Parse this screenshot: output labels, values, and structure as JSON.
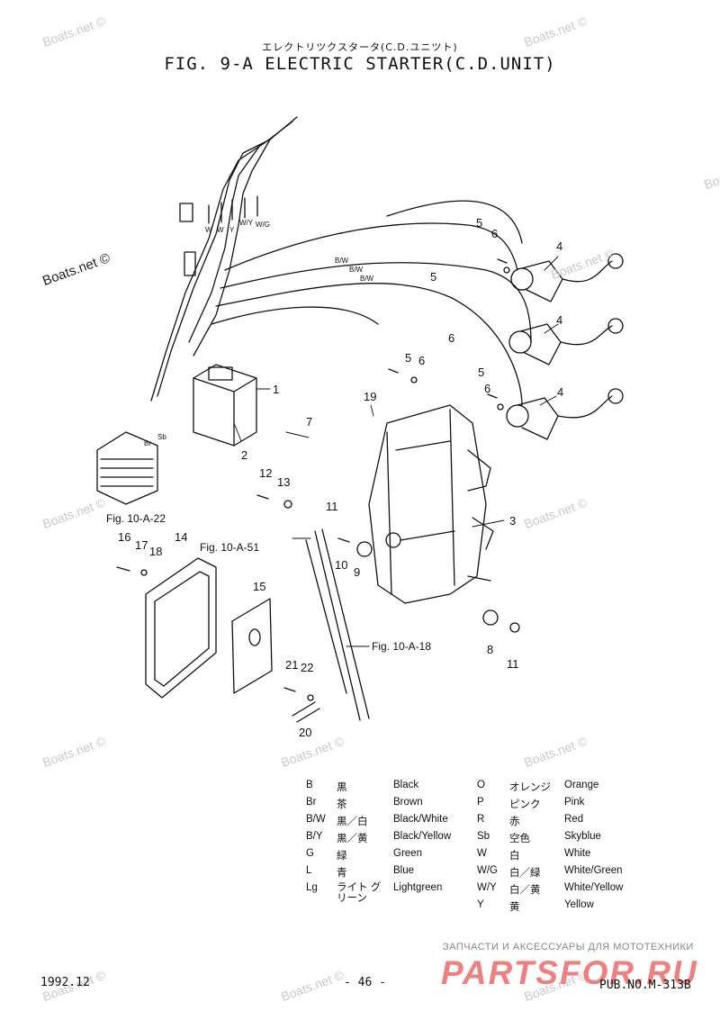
{
  "header": {
    "subtitle": "エレクトリツクスタータ(C.D.ユニツト)",
    "title": "FIG.  9-A ELECTRIC STARTER(C.D.UNIT)"
  },
  "watermark": "Boats.net ©",
  "wire_labels": {
    "w1": "W",
    "w2": "W",
    "y": "Y",
    "wy": "W/Y",
    "wg": "W/G",
    "bw1": "B/W",
    "bw2": "B/W",
    "bw_mid": "B/W",
    "br": "Br",
    "sb": "Sb"
  },
  "callouts": {
    "n1": "1",
    "n2": "2",
    "n3": "3",
    "n4a": "4",
    "n4b": "4",
    "n4c": "4",
    "n5a": "5",
    "n5b": "5",
    "n5c": "5",
    "n5d": "5",
    "n6a": "6",
    "n6b": "6",
    "n6c": "6",
    "n6d": "6",
    "n7": "7",
    "n8": "8",
    "n9": "9",
    "n10": "10",
    "n11a": "11",
    "n11b": "11",
    "n12": "12",
    "n13": "13",
    "n14": "14",
    "n15": "15",
    "n16": "16",
    "n17": "17",
    "n18": "18",
    "n19": "19",
    "n20": "20",
    "n21": "21",
    "n22": "22"
  },
  "references": {
    "ref_22": "Fig. 10-A-22",
    "ref_51": "Fig. 10-A-51",
    "ref_18": "Fig. 10-A-18"
  },
  "legend": [
    {
      "code": "B",
      "jp": "黒",
      "en": "Black"
    },
    {
      "code": "Br",
      "jp": "茶",
      "en": "Brown"
    },
    {
      "code": "B/W",
      "jp": "黒／白",
      "en": "Black/White"
    },
    {
      "code": "B/Y",
      "jp": "黒／黄",
      "en": "Black/Yellow"
    },
    {
      "code": "G",
      "jp": "緑",
      "en": "Green"
    },
    {
      "code": "L",
      "jp": "青",
      "en": "Blue"
    },
    {
      "code": "Lg",
      "jp": "ライト グリーン",
      "en": "Lightgreen"
    },
    {
      "code": "O",
      "jp": "オレンジ",
      "en": "Orange"
    },
    {
      "code": "P",
      "jp": "ピンク",
      "en": "Pink"
    },
    {
      "code": "R",
      "jp": "赤",
      "en": "Red"
    },
    {
      "code": "Sb",
      "jp": "空色",
      "en": "Skyblue"
    },
    {
      "code": "W",
      "jp": "白",
      "en": "White"
    },
    {
      "code": "W/G",
      "jp": "白／緑",
      "en": "White/Green"
    },
    {
      "code": "W/Y",
      "jp": "白／黄",
      "en": "White/Yellow"
    },
    {
      "code": "Y",
      "jp": "黄",
      "en": "Yellow"
    }
  ],
  "footer": {
    "date": "1992.12",
    "page": "- 46 -",
    "pub": "PUB.NO.M-313B"
  },
  "branding": {
    "tagline": "ЗАПЧАСТИ И АКСЕССУАРЫ ДЛЯ МОТОТЕХНИКИ",
    "logo": "PARTSFOR.RU"
  },
  "colors": {
    "ink": "#111111",
    "watermark": "#c9c9c9",
    "brand": "#f08080"
  }
}
